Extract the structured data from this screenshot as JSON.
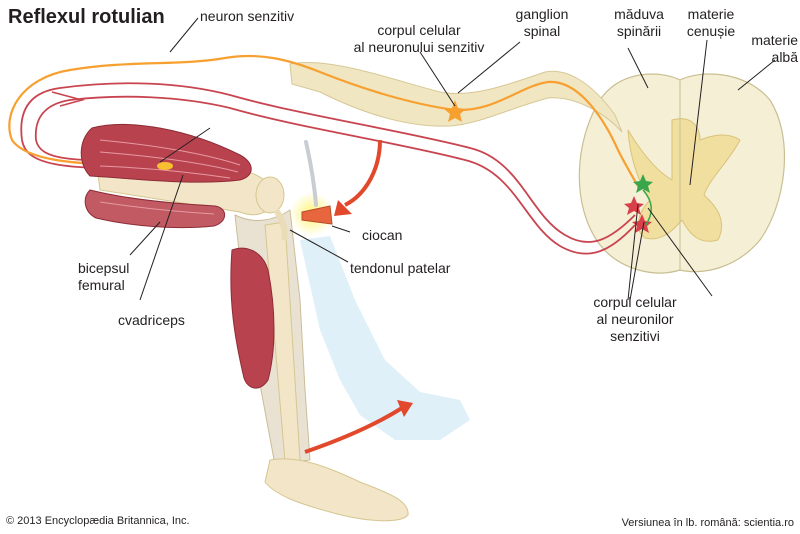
{
  "title": "Reflexul rotulian",
  "labels": {
    "neuron_senzitiv": "neuron senzitiv",
    "corp_neuron_senzitiv_1": "corpul celular",
    "corp_neuron_senzitiv_2": "al neuronului senzitiv",
    "ganglion_1": "ganglion",
    "ganglion_2": "spinal",
    "maduva_1": "măduva",
    "maduva_2": "spinării",
    "cenusie_1": "materie",
    "cenusie_2": "cenușie",
    "alba_1": "materie",
    "alba_2": "albă",
    "ciocan": "ciocan",
    "tendon": "tendonul patelar",
    "biceps_1": "bicepsul",
    "biceps_2": "femural",
    "cvadriceps": "cvadriceps",
    "corp_neuroni_1": "corpul celular",
    "corp_neuroni_2": "al neuronilor",
    "corp_neuroni_3": "senzitivi"
  },
  "footer": {
    "copyright": "© 2013 Encyclopædia Britannica, Inc.",
    "version": "Versiunea în lb. română: scientia.ro"
  },
  "colors": {
    "sensory_nerve": "#f7a030",
    "motor_nerve": "#c8454f",
    "muscle": "#b8434f",
    "bone": "#f3e6c8",
    "leg_shadow": "#cde7f3",
    "spinal_cord": "#f5efd6",
    "grey_matter": "#f1dfa0",
    "arrow": "#e2482b",
    "star_sensory": "#f7a030",
    "star_motor": "#3aa64b",
    "star_inter": "#d9404a"
  }
}
